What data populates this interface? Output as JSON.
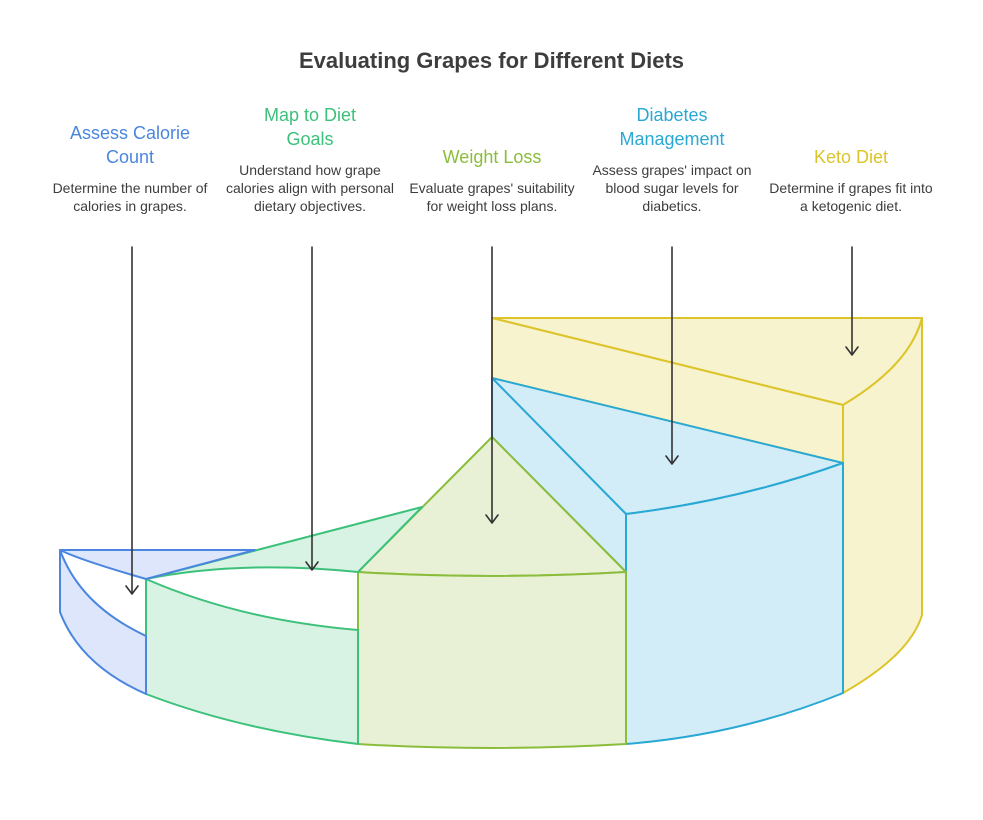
{
  "title": "Evaluating Grapes for Different Diets",
  "colors": {
    "blue": "#4a86e0",
    "green": "#3cc17a",
    "olive": "#8bbd3c",
    "cyan": "#2aa8d4",
    "yellow": "#dcc42a"
  },
  "steps": [
    {
      "heading": "Assess Calorie Count",
      "description": "Determine the number of calories in grapes."
    },
    {
      "heading": "Map to Diet Goals",
      "description": "Understand how grape calories align with personal dietary objectives."
    },
    {
      "heading": "Weight Loss",
      "description": "Evaluate grapes' suitability for weight loss plans."
    },
    {
      "heading": "Diabetes Management",
      "description": "Assess grapes' impact on blood sugar levels for diabetics."
    },
    {
      "heading": "Keto Diet",
      "description": "Determine if grapes fit into a ketogenic diet."
    }
  ]
}
